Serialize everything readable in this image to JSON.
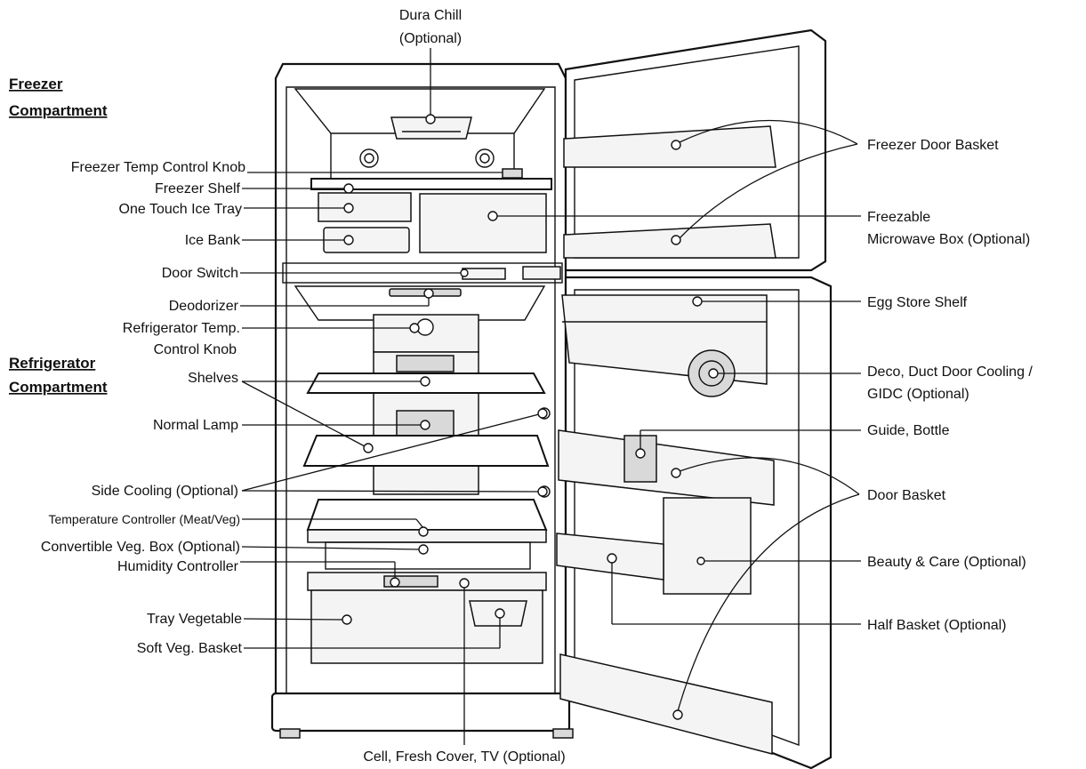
{
  "sections": {
    "freezer": [
      "Freezer",
      "Compartment"
    ],
    "refrigerator": [
      "Refrigerator",
      "Compartment"
    ]
  },
  "labels": {
    "dura_chill": [
      "Dura Chill",
      "(Optional)"
    ],
    "freezer_temp_control_knob": "Freezer Temp Control Knob",
    "freezer_shelf": "Freezer Shelf",
    "one_touch_ice_tray": "One Touch Ice Tray",
    "ice_bank": "Ice Bank",
    "door_switch": "Door Switch",
    "deodorizer": "Deodorizer",
    "refrigerator_temp_control_knob": [
      "Refrigerator Temp.",
      "Control Knob"
    ],
    "shelves": "Shelves",
    "normal_lamp": "Normal Lamp",
    "side_cooling": "Side Cooling (Optional)",
    "temperature_controller": "Temperature Controller (Meat/Veg)",
    "convertible_veg_box": "Convertible Veg. Box (Optional)",
    "humidity_controller": "Humidity Controller",
    "tray_vegetable": "Tray Vegetable",
    "soft_veg_basket": "Soft Veg. Basket",
    "cell_fresh_cover": "Cell, Fresh Cover, TV  (Optional)",
    "freezer_door_basket": "Freezer Door Basket",
    "freezable_microwave_box": [
      "Freezable",
      "Microwave Box (Optional)"
    ],
    "egg_store_shelf": "Egg Store Shelf",
    "deco_duct_door_cooling": [
      "Deco, Duct Door Cooling /",
      "GIDC (Optional)"
    ],
    "guide_bottle": "Guide, Bottle",
    "door_basket": "Door Basket",
    "beauty_care": "Beauty & Care (Optional)",
    "half_basket": "Half Basket (Optional)"
  }
}
